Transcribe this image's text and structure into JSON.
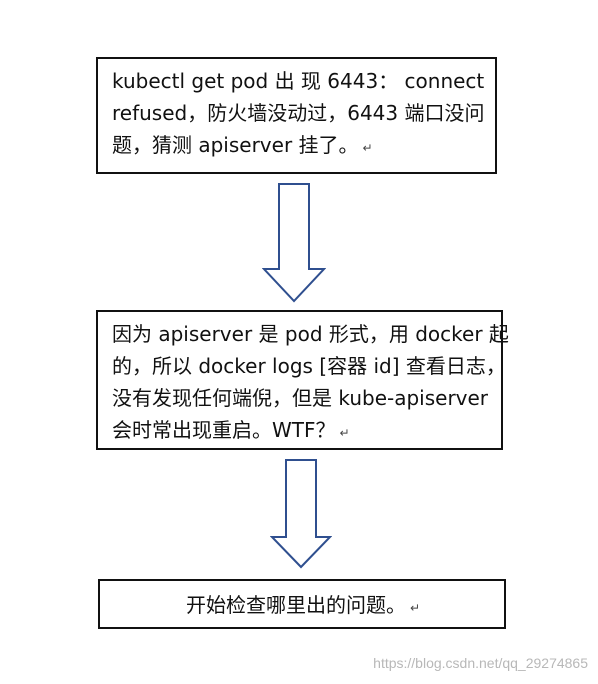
{
  "boxes": [
    {
      "lines": [
        "kubectl  get  pod  出 现  6443： connect",
        "refused，防火墙没动过，6443 端口没问",
        "题，猜测 apiserver 挂了。"
      ],
      "mark": "↵"
    },
    {
      "lines": [
        "因为 apiserver 是 pod 形式，用 docker 起",
        "的，所以 docker logs [容器 id]  查看日志，",
        "没有发现任何端倪，但是 kube-apiserver",
        "会时常出现重启。WTF？"
      ],
      "mark": "↵"
    },
    {
      "lines": [
        "开始检查哪里出的问题。"
      ],
      "mark": "↵"
    }
  ],
  "colors": {
    "arrow_stroke": "#2f4f8f",
    "box_border": "#111111"
  },
  "watermark": "https://blog.csdn.net/qq_29274865"
}
